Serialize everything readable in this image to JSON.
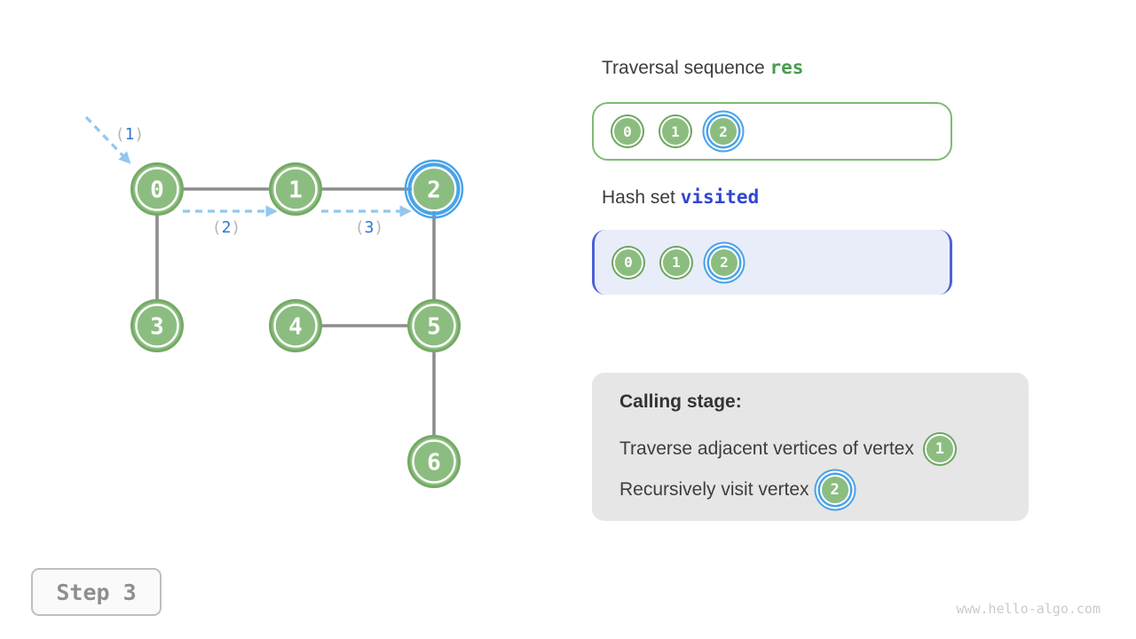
{
  "colors": {
    "node_green": "#8cbd80",
    "node_green_border": "#74aa66",
    "highlight_blue": "#4aa3e8",
    "dashed_arrow_blue": "#92c7ee",
    "step_number_blue": "#3076d2",
    "edge_gray": "#8d8d8d",
    "res_code_green": "#4a9c4f",
    "visited_code_blue": "#3246d2",
    "visited_box_bg": "#e9edf9",
    "visited_bracket_blue": "#4d60d5",
    "calling_box_bg": "#e6e6e6"
  },
  "punct": {
    "open": "(",
    "close": ")"
  },
  "graph": {
    "nodes": [
      {
        "label": "0",
        "highlighted": false
      },
      {
        "label": "1",
        "highlighted": false
      },
      {
        "label": "2",
        "highlighted": true
      },
      {
        "label": "3",
        "highlighted": false
      },
      {
        "label": "4",
        "highlighted": false
      },
      {
        "label": "5",
        "highlighted": false
      },
      {
        "label": "6",
        "highlighted": false
      }
    ],
    "edges": [
      "0-1",
      "1-2",
      "0-3",
      "2-5",
      "4-5",
      "5-6"
    ],
    "arrows": [
      {
        "num": "1",
        "from": "outside",
        "to": "0"
      },
      {
        "num": "2",
        "from": "0",
        "to": "1"
      },
      {
        "num": "3",
        "from": "1",
        "to": "2"
      }
    ]
  },
  "panels": {
    "traversal": {
      "title_prefix": "Traversal sequence ",
      "code": "res",
      "items": [
        {
          "label": "0",
          "highlighted": false
        },
        {
          "label": "1",
          "highlighted": false
        },
        {
          "label": "2",
          "highlighted": true
        }
      ]
    },
    "visited": {
      "title_prefix": "Hash set ",
      "code": "visited",
      "items": [
        {
          "label": "0",
          "highlighted": false
        },
        {
          "label": "1",
          "highlighted": false
        },
        {
          "label": "2",
          "highlighted": true
        }
      ]
    },
    "calling": {
      "title": "Calling stage:",
      "rows": [
        {
          "text": "Traverse adjacent vertices of vertex",
          "node": "1",
          "node_highlighted": false
        },
        {
          "text": "Recursively visit vertex",
          "node": "2",
          "node_highlighted": true
        }
      ]
    }
  },
  "step_label": "Step 3",
  "watermark": "www.hello-algo.com"
}
